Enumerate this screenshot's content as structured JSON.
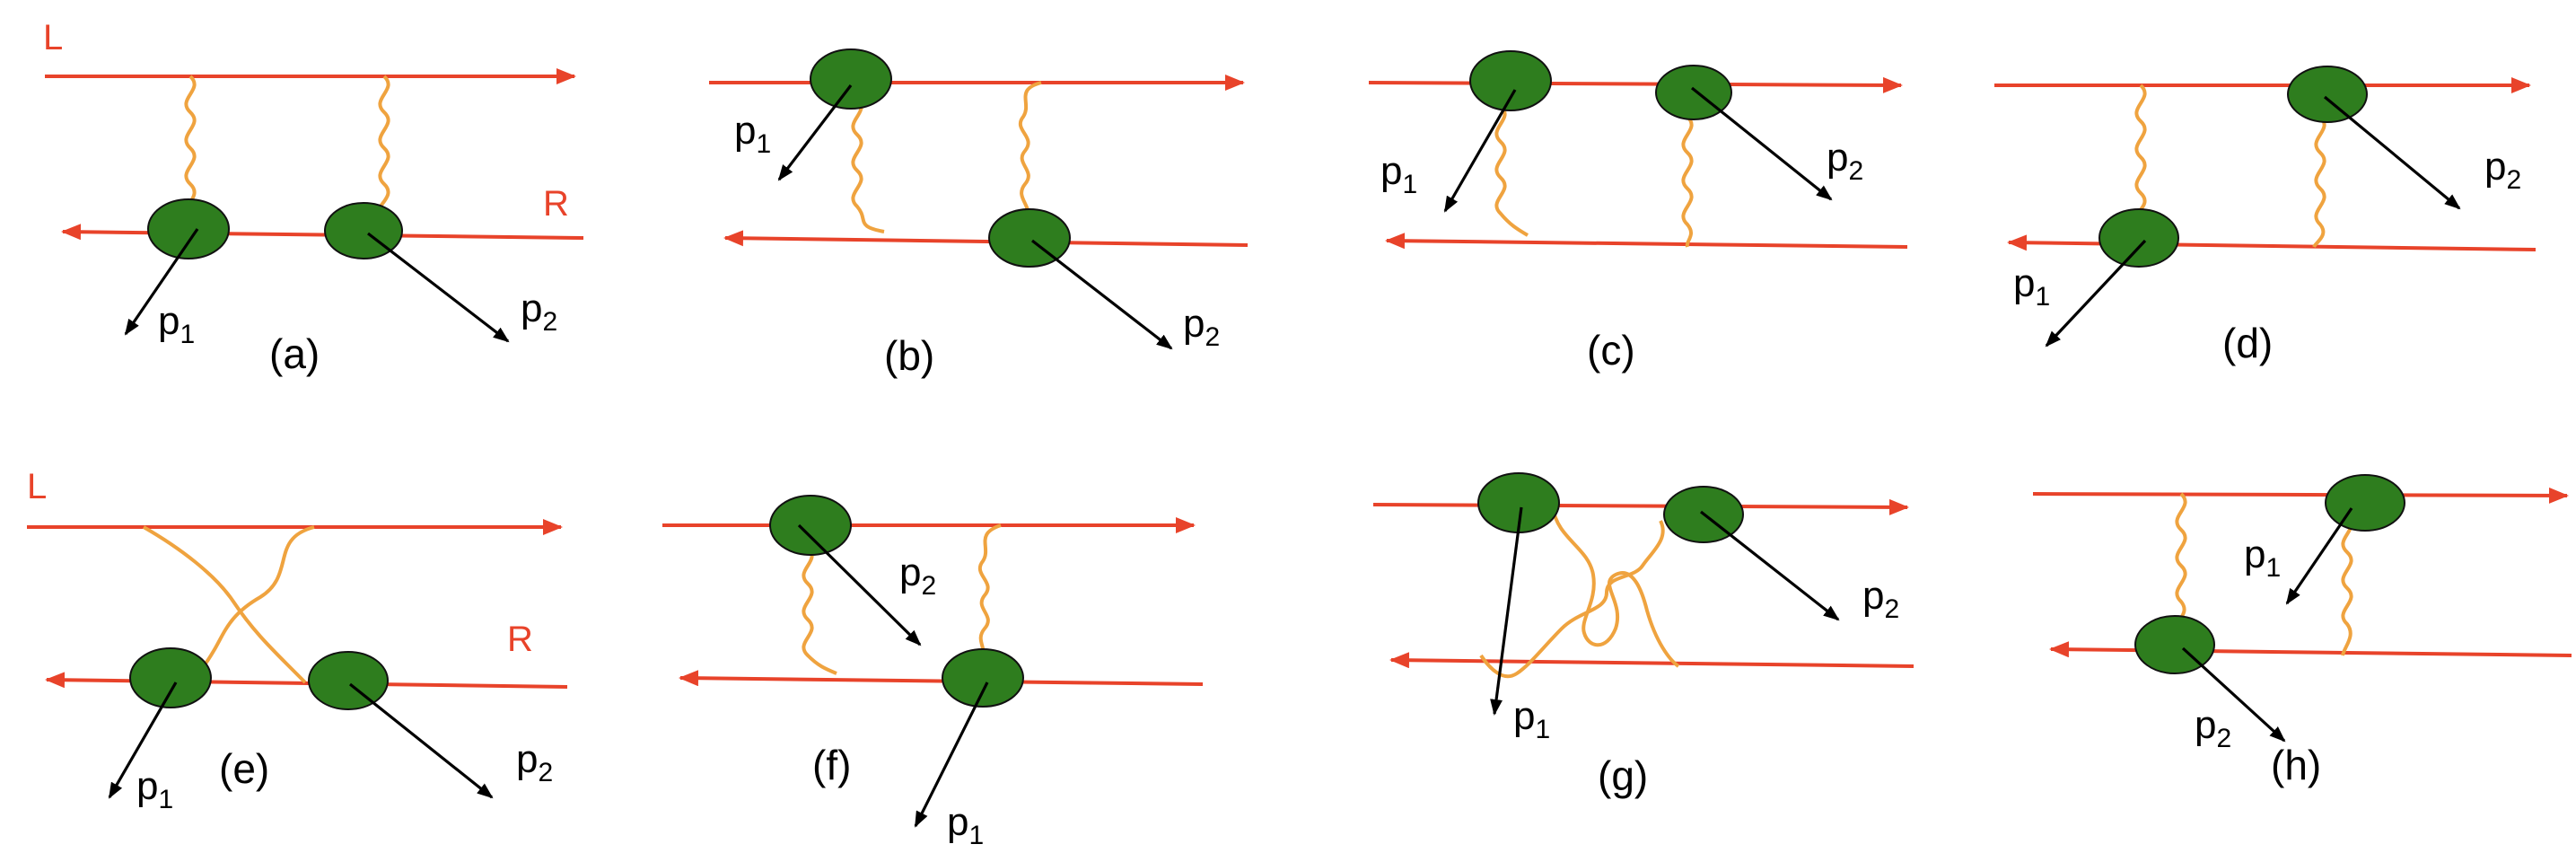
{
  "diagrams": [
    {
      "caption": "(a)",
      "top_label": "L",
      "bottom_label": "R",
      "momenta": [
        "p",
        "p"
      ],
      "subscripts": [
        "1",
        "2"
      ]
    },
    {
      "caption": "(b)",
      "momenta": [
        "p",
        "p"
      ],
      "subscripts": [
        "1",
        "2"
      ]
    },
    {
      "caption": "(c)",
      "momenta": [
        "p",
        "p"
      ],
      "subscripts": [
        "1",
        "2"
      ]
    },
    {
      "caption": "(d)",
      "momenta": [
        "p",
        "p"
      ],
      "subscripts": [
        "1",
        "2"
      ]
    },
    {
      "caption": "(e)",
      "top_label": "L",
      "bottom_label": "R",
      "momenta": [
        "p",
        "p"
      ],
      "subscripts": [
        "1",
        "2"
      ]
    },
    {
      "caption": "(f)",
      "momenta": [
        "p",
        "p"
      ],
      "subscripts": [
        "2",
        "1"
      ]
    },
    {
      "caption": "(g)",
      "momenta": [
        "p",
        "p"
      ],
      "subscripts": [
        "2",
        "1"
      ]
    },
    {
      "caption": "(h)",
      "momenta": [
        "p",
        "p"
      ],
      "subscripts": [
        "1",
        "2"
      ]
    }
  ],
  "colors": {
    "line": "#e8432a",
    "gluon": "#efa33f",
    "blob": "#2e7d1e",
    "momentum": "#000000"
  }
}
